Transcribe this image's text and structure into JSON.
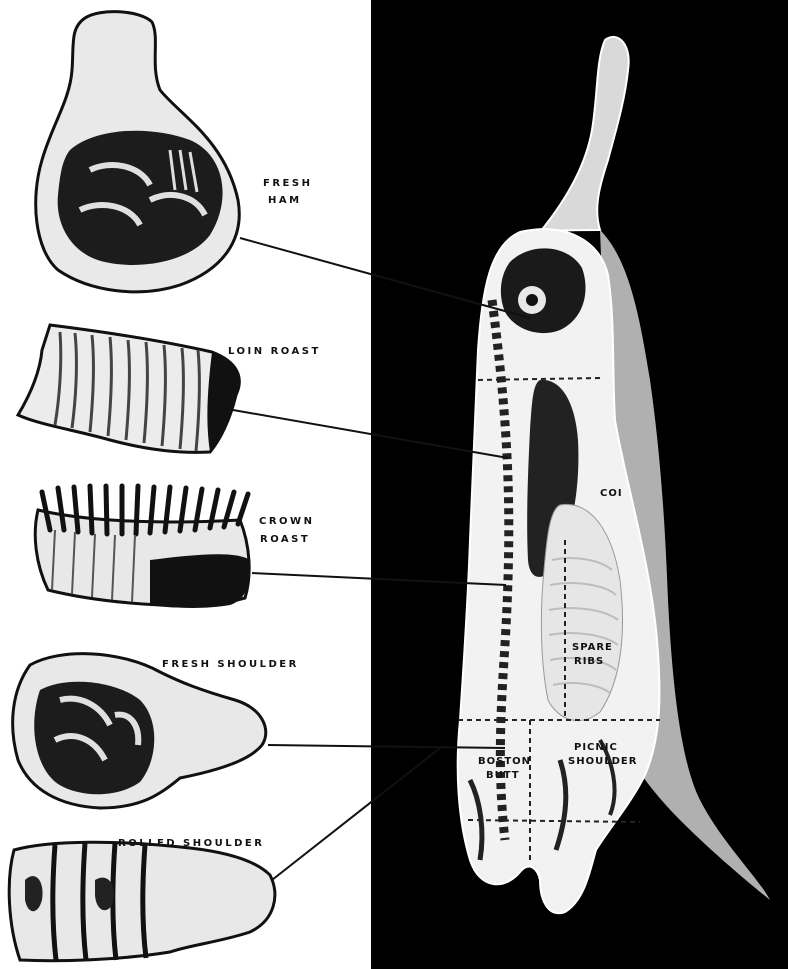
{
  "cuts": {
    "fresh_ham": {
      "line1": "FRESH",
      "line2": "HAM"
    },
    "loin_roast": "LOIN ROAST",
    "crown_roast": {
      "line1": "CROWN",
      "line2": "ROAST"
    },
    "fresh_shoulder": "FRESH SHOULDER",
    "rolled_shoulder": "ROLLED SHOULDER"
  },
  "carcass_regions": {
    "loin_fragment": "COI",
    "spare_ribs": {
      "line1": "SPARE",
      "line2": "RIBS"
    },
    "boston_butt": {
      "line1": "BOSTON",
      "line2": "BUTT"
    },
    "picnic_shoulder": {
      "line1": "PICNIC",
      "line2": "SHOULDER"
    }
  },
  "colors": {
    "panel_background": "#000000",
    "page_background": "#ffffff",
    "meat_fill": "#f2f2f2",
    "ink": "#111111"
  }
}
